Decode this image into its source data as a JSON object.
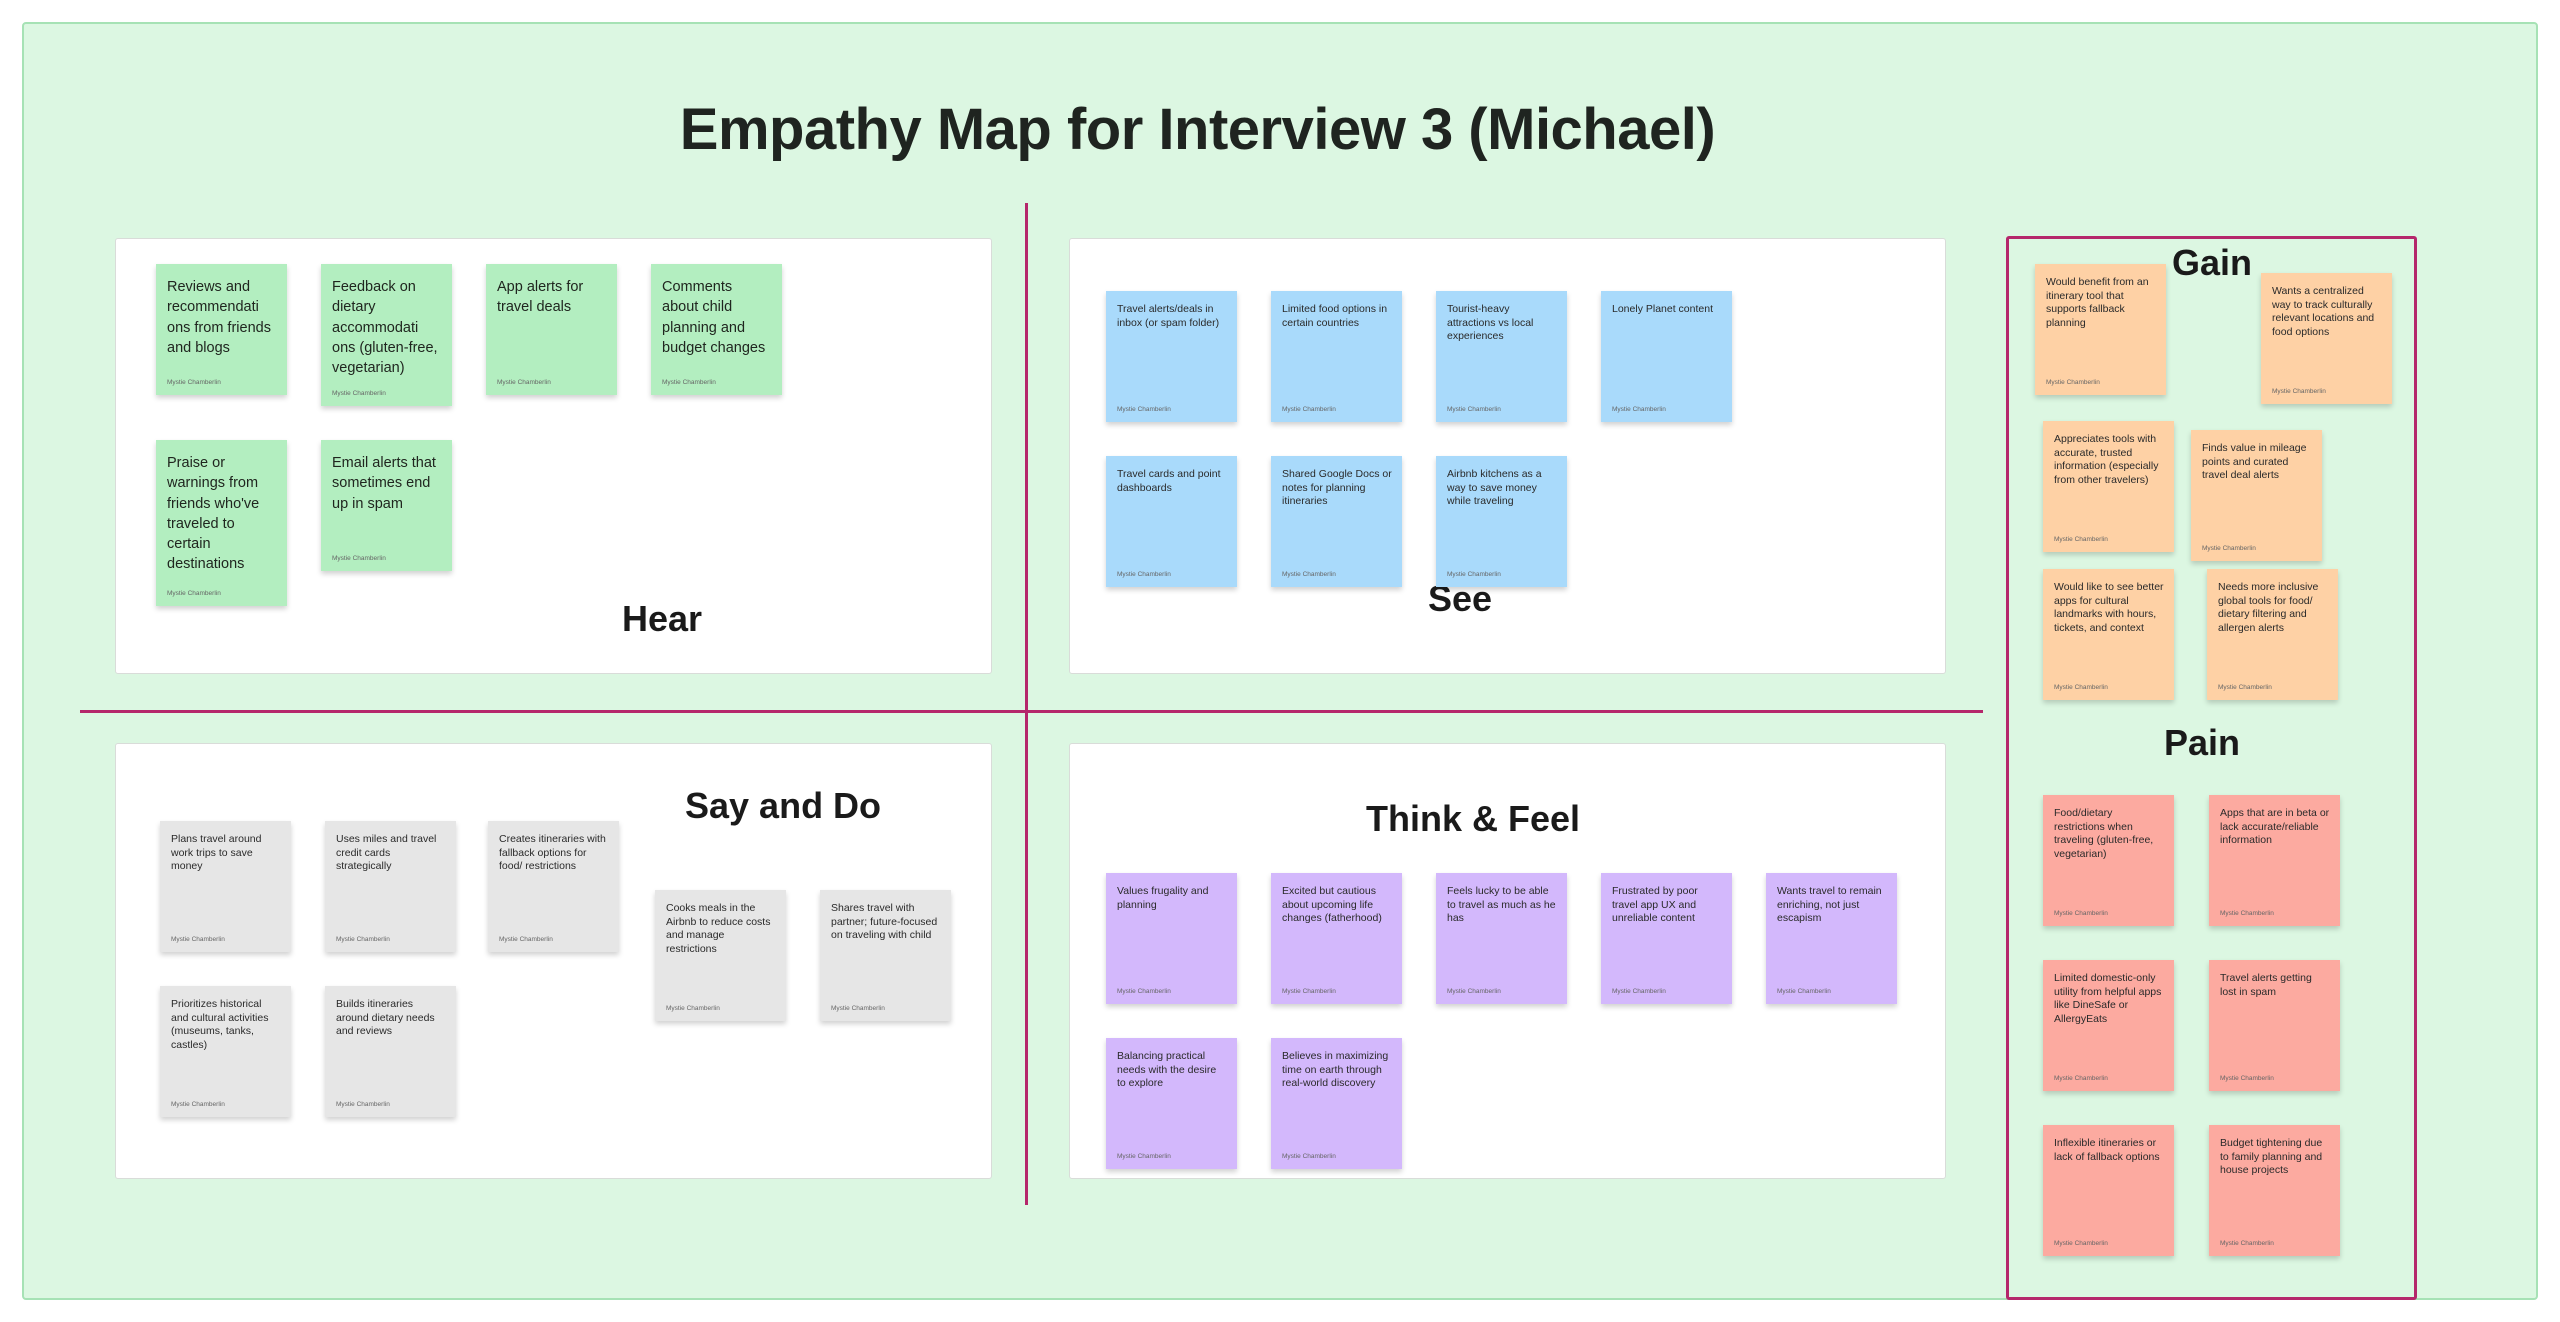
{
  "title": "Empathy Map for Interview 3 (Michael)",
  "colors": {
    "board": "#dcf7e2",
    "divider": "#b5276b",
    "green": "#b3eec0",
    "blue": "#a9dafb",
    "gray": "#e6e6e6",
    "purple": "#d3b8fc",
    "orange": "#fed1a5",
    "red": "#fcaaa0"
  },
  "quadrants": {
    "hear": {
      "label": "Hear",
      "notes": [
        {
          "text": "Reviews and recommendati ons from friends and blogs",
          "author": "Mystie Chamberlin"
        },
        {
          "text": "Feedback on dietary accommodati ons (gluten-free, vegetarian)",
          "author": "Mystie Chamberlin"
        },
        {
          "text": "App alerts for travel deals",
          "author": "Mystie Chamberlin"
        },
        {
          "text": "Comments about child planning and budget changes",
          "author": "Mystie Chamberlin"
        },
        {
          "text": "Praise or warnings from friends who've traveled to certain destinations",
          "author": "Mystie Chamberlin"
        },
        {
          "text": "Email alerts that sometimes end up in spam",
          "author": "Mystie Chamberlin"
        }
      ]
    },
    "see": {
      "label": "See",
      "notes": [
        {
          "text": "Travel alerts/deals in inbox (or spam folder)",
          "author": "Mystie Chamberlin"
        },
        {
          "text": "Limited food options in certain countries",
          "author": "Mystie Chamberlin"
        },
        {
          "text": "Tourist-heavy attractions vs local experiences",
          "author": "Mystie Chamberlin"
        },
        {
          "text": "Lonely Planet content",
          "author": "Mystie Chamberlin"
        },
        {
          "text": "Travel cards and point dashboards",
          "author": "Mystie Chamberlin"
        },
        {
          "text": "Shared Google Docs or notes for planning itineraries",
          "author": "Mystie Chamberlin"
        },
        {
          "text": "Airbnb kitchens as a way to save money while traveling",
          "author": "Mystie Chamberlin"
        }
      ]
    },
    "say_do": {
      "label": "Say and Do",
      "notes": [
        {
          "text": "Plans travel around work trips to save money",
          "author": "Mystie Chamberlin"
        },
        {
          "text": "Uses miles and travel credit cards strategically",
          "author": "Mystie Chamberlin"
        },
        {
          "text": "Creates itineraries with fallback options for food/ restrictions",
          "author": "Mystie Chamberlin"
        },
        {
          "text": "Cooks meals in the Airbnb to reduce costs and manage restrictions",
          "author": "Mystie Chamberlin"
        },
        {
          "text": "Shares travel with partner; future-focused on traveling with child",
          "author": "Mystie Chamberlin"
        },
        {
          "text": "Prioritizes historical and cultural activities (museums, tanks, castles)",
          "author": "Mystie Chamberlin"
        },
        {
          "text": "Builds itineraries around dietary needs and reviews",
          "author": "Mystie Chamberlin"
        }
      ]
    },
    "think_feel": {
      "label": "Think & Feel",
      "notes": [
        {
          "text": "Values frugality and planning",
          "author": "Mystie Chamberlin"
        },
        {
          "text": "Excited but cautious about upcoming life changes (fatherhood)",
          "author": "Mystie Chamberlin"
        },
        {
          "text": "Feels lucky to be able to travel as much as he has",
          "author": "Mystie Chamberlin"
        },
        {
          "text": "Frustrated by poor travel app UX and unreliable content",
          "author": "Mystie Chamberlin"
        },
        {
          "text": "Wants travel to remain enriching, not just escapism",
          "author": "Mystie Chamberlin"
        },
        {
          "text": "Balancing practical needs with the desire to explore",
          "author": "Mystie Chamberlin"
        },
        {
          "text": "Believes in maximizing time on earth through real-world discovery",
          "author": "Mystie Chamberlin"
        }
      ]
    }
  },
  "gain": {
    "label": "Gain",
    "notes": [
      {
        "text": "Would benefit from an itinerary tool that supports fallback planning",
        "author": "Mystie Chamberlin"
      },
      {
        "text": "Wants a centralized way to track culturally relevant locations and food options",
        "author": "Mystie Chamberlin"
      },
      {
        "text": "Appreciates tools with accurate, trusted information (especially from other travelers)",
        "author": "Mystie Chamberlin"
      },
      {
        "text": "Finds value in mileage points and curated travel deal alerts",
        "author": "Mystie Chamberlin"
      },
      {
        "text": "Would like to see better apps for cultural landmarks with hours, tickets, and context",
        "author": "Mystie Chamberlin"
      },
      {
        "text": "Needs more inclusive global tools for food/ dietary filtering and allergen alerts",
        "author": "Mystie Chamberlin"
      }
    ]
  },
  "pain": {
    "label": "Pain",
    "notes": [
      {
        "text": "Food/dietary restrictions when traveling (gluten-free, vegetarian)",
        "author": "Mystie Chamberlin"
      },
      {
        "text": "Apps that are in beta or lack accurate/reliable information",
        "author": "Mystie Chamberlin"
      },
      {
        "text": "Limited domestic-only utility from helpful apps like DineSafe or AllergyEats",
        "author": "Mystie Chamberlin"
      },
      {
        "text": "Travel alerts getting lost in spam",
        "author": "Mystie Chamberlin"
      },
      {
        "text": "Inflexible itineraries or lack of fallback options",
        "author": "Mystie Chamberlin"
      },
      {
        "text": "Budget tightening due to family planning and house projects",
        "author": "Mystie Chamberlin"
      }
    ]
  }
}
